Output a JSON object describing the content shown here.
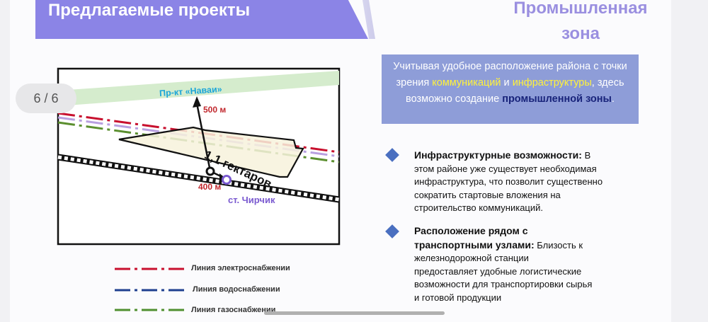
{
  "header": {
    "title": "Предлагаемые проекты",
    "zone_title": "Промышленная зона"
  },
  "pager": {
    "label": "6 / 6"
  },
  "info_box": {
    "part1": "Учитывая удобное расположение района с точки зрения ",
    "highlight1": "коммуникаций",
    "part2": " и ",
    "highlight2": "инфраструктуры",
    "part3": ", здесь возможно создание ",
    "highlight3": "промышленной зоны",
    "part4": "."
  },
  "map": {
    "road_label": "Пр-кт «Наваи»",
    "distance_500": "500 м",
    "area_label": "1,1 гектаров",
    "distance_400": "400 м",
    "station_label": "ст. Чирчик"
  },
  "items": [
    {
      "title": "Инфраструктурные возможности:",
      "line1": " В",
      "lines": [
        "этом районе уже существует необходимая",
        "инфраструктура, что позволит существенно",
        "сократить стартовые вложения на",
        "строительство коммуникаций."
      ]
    },
    {
      "title_line1": "Расположение рядом с",
      "title_line2": "транспортными узлами:",
      "line1": " Близость к",
      "lines": [
        "железнодорожной станции",
        "предоставляет удобные логистические",
        "возможности для транспортировки сырья",
        "и готовой продукции"
      ]
    }
  ],
  "legend": [
    {
      "label": "Линия электроснабжении",
      "color1": "#c8102e",
      "color2": "#b7b7c9"
    },
    {
      "label": "Линия водоснабжении",
      "color1": "#1f3f8f",
      "color2": "#6fb7dc"
    },
    {
      "label": "Линия газоснабжении",
      "color1": "#4f8f2f",
      "color2": "#d6c44a"
    }
  ],
  "colors": {
    "banner": "#8b84e6",
    "info_box": "#8e9dd8",
    "road": "#d5eccd",
    "arrow": "#c1272d",
    "station": "#7a5ad0"
  }
}
